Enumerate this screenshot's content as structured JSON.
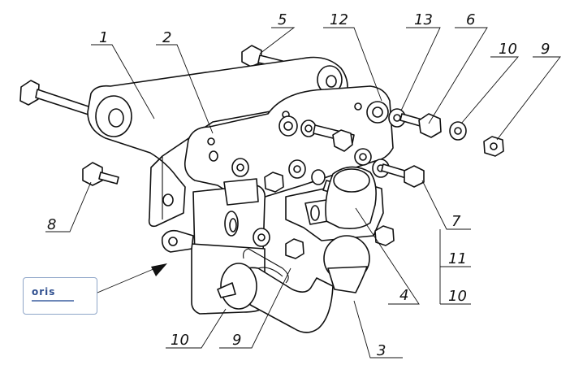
{
  "diagram": {
    "callouts": [
      "1",
      "2",
      "3",
      "4",
      "5",
      "6",
      "7",
      "8",
      "9",
      "9",
      "10",
      "10",
      "10",
      "11",
      "12",
      "13"
    ]
  },
  "logo": {
    "text": "oris"
  },
  "colors": {
    "line": "#111111",
    "logo": "#2f4f8f",
    "logo_border": "#8fa6c8"
  }
}
